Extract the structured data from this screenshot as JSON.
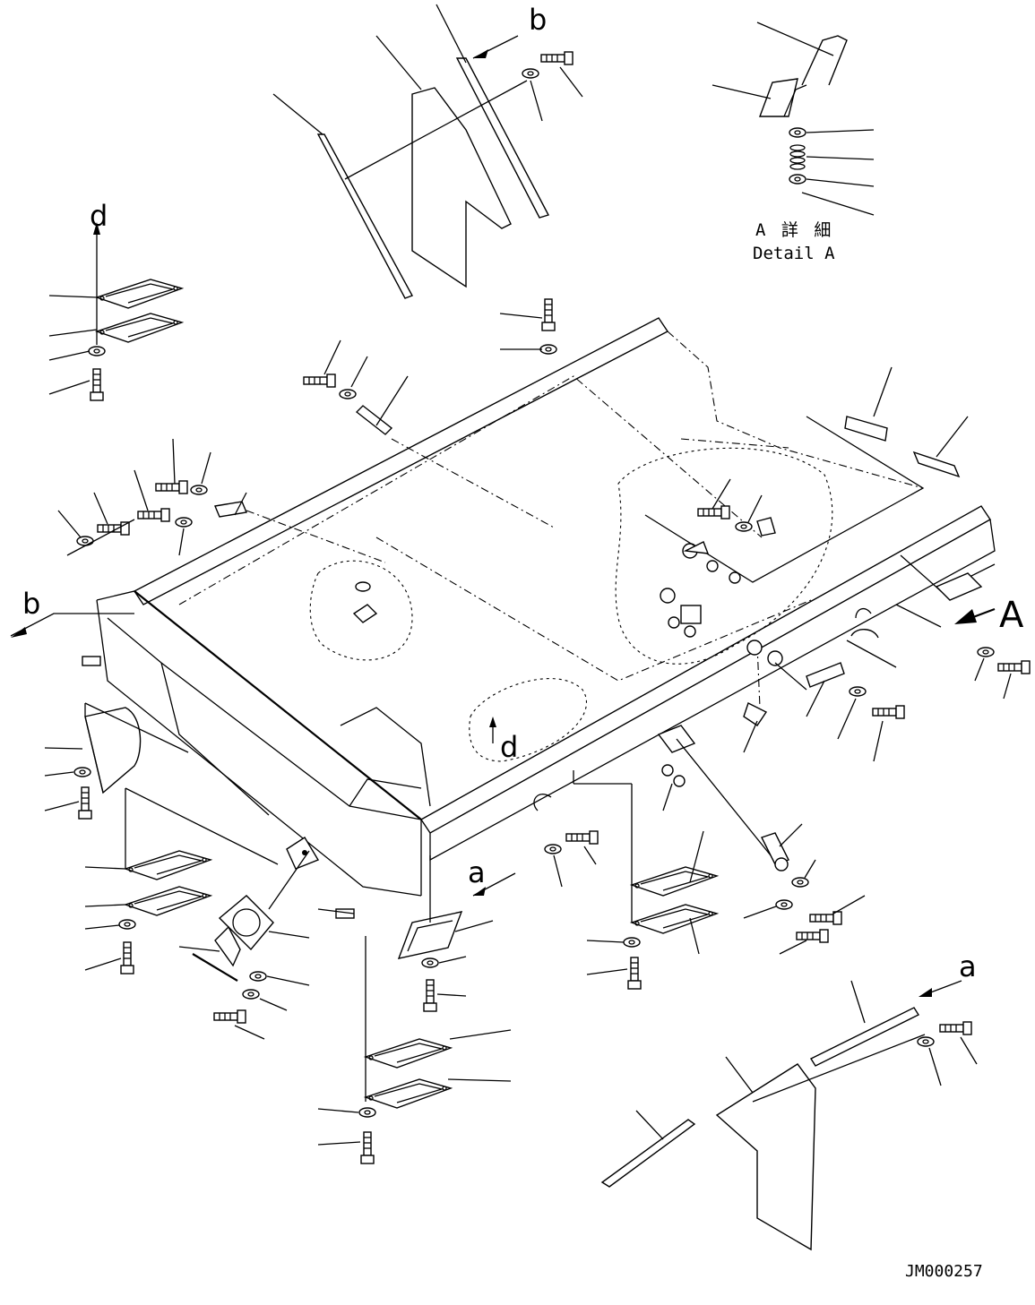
{
  "drawing": {
    "id_code": "JM000257",
    "detail_title_jp": "A 詳 細",
    "detail_title_en": "Detail A",
    "view_arrow_label": "A",
    "ref_labels": {
      "b_top": "b",
      "b_left": "b",
      "d_top": "d",
      "d_body": "d",
      "a_mid": "a",
      "a_bottom": "a"
    }
  },
  "icons": [
    "bolt-icon",
    "washer-icon",
    "pin-icon",
    "plate-icon",
    "spring-icon",
    "arrow-icon"
  ]
}
